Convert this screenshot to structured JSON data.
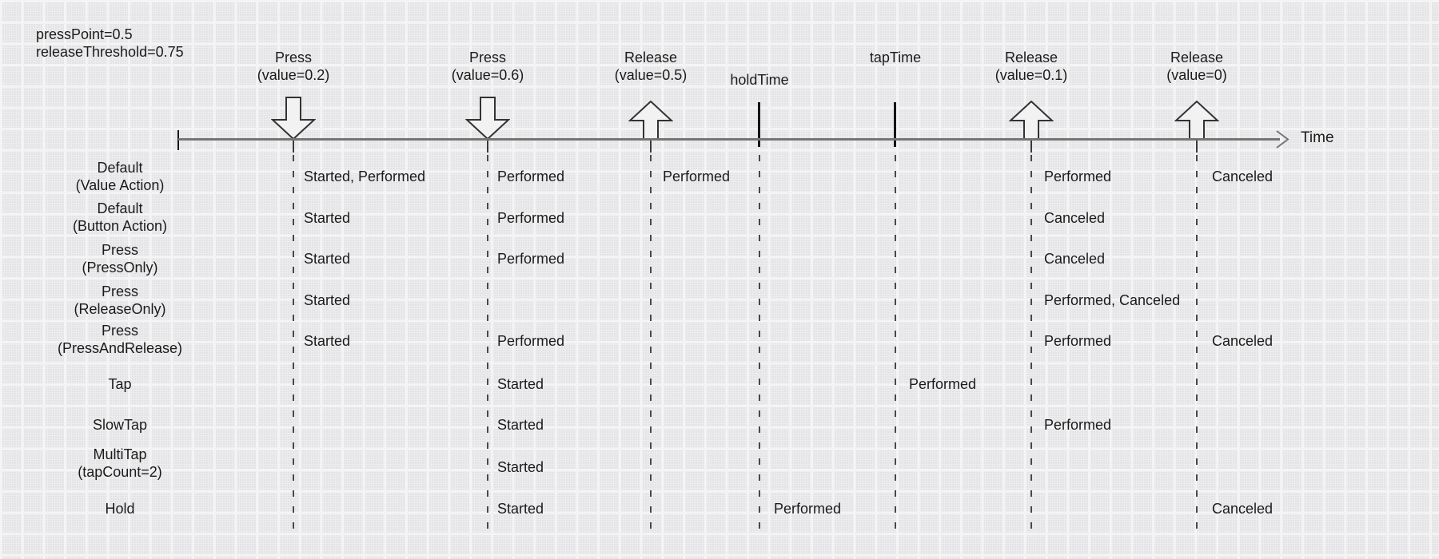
{
  "config": {
    "line1": "pressPoint=0.5",
    "line2": "releaseThreshold=0.75"
  },
  "axis": {
    "label": "Time"
  },
  "colors": {
    "ink": "#1b1b1b",
    "axis": "#757575",
    "dashed": "#474747",
    "background": "#ededee"
  },
  "events": [
    {
      "name": "press-1",
      "label": "Press",
      "sublabel": "(value=0.2)",
      "kind": "down-arrow"
    },
    {
      "name": "press-2",
      "label": "Press",
      "sublabel": "(value=0.6)",
      "kind": "down-arrow"
    },
    {
      "name": "release-1",
      "label": "Release",
      "sublabel": "(value=0.5)",
      "kind": "up-arrow"
    },
    {
      "name": "hold-time",
      "label": "holdTime",
      "kind": "tick"
    },
    {
      "name": "tap-time",
      "label": "tapTime",
      "kind": "tick"
    },
    {
      "name": "release-2",
      "label": "Release",
      "sublabel": "(value=0.1)",
      "kind": "up-arrow"
    },
    {
      "name": "release-3",
      "label": "Release",
      "sublabel": "(value=0)",
      "kind": "up-arrow"
    }
  ],
  "rows": [
    {
      "label": "Default",
      "sublabel": "(Value Action)",
      "cells": [
        {
          "text": "Started, Performed"
        },
        {
          "text": "Performed"
        },
        {
          "text": "Performed"
        },
        {
          "text": "Performed"
        },
        {
          "text": "Canceled"
        }
      ]
    },
    {
      "label": "Default",
      "sublabel": "(Button Action)",
      "cells": [
        {
          "text": "Started"
        },
        {
          "text": "Performed"
        },
        {
          "text": "Canceled"
        }
      ]
    },
    {
      "label": "Press",
      "sublabel": "(PressOnly)",
      "cells": [
        {
          "text": "Started"
        },
        {
          "text": "Performed"
        },
        {
          "text": "Canceled"
        }
      ]
    },
    {
      "label": "Press",
      "sublabel": "(ReleaseOnly)",
      "cells": [
        {
          "text": "Started"
        },
        {
          "text": "Performed, Canceled"
        }
      ]
    },
    {
      "label": "Press",
      "sublabel": "(PressAndRelease)",
      "cells": [
        {
          "text": "Started"
        },
        {
          "text": "Performed"
        },
        {
          "text": "Performed"
        },
        {
          "text": "Canceled"
        }
      ]
    },
    {
      "label": "Tap",
      "cells": [
        {
          "text": "Started"
        },
        {
          "text": "Performed"
        }
      ]
    },
    {
      "label": "SlowTap",
      "cells": [
        {
          "text": "Started"
        },
        {
          "text": "Performed"
        }
      ]
    },
    {
      "label": "MultiTap",
      "sublabel": "(tapCount=2)",
      "cells": [
        {
          "text": "Started"
        }
      ]
    },
    {
      "label": "Hold",
      "cells": [
        {
          "text": "Started"
        },
        {
          "text": "Performed"
        },
        {
          "text": "Canceled"
        }
      ]
    }
  ]
}
